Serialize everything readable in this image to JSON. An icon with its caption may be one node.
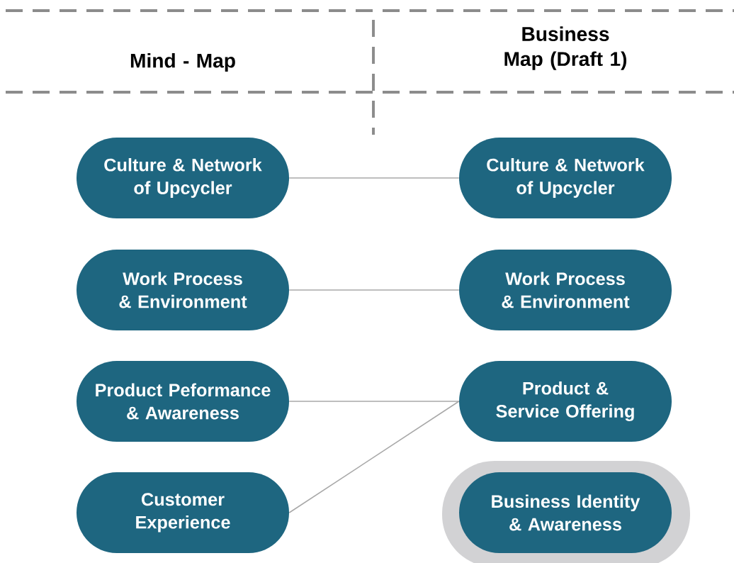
{
  "diagram": {
    "nodes": [
      {
        "text": [
          "Culture & Network of Upcycler"
        ]
      },
      {
        "text": [
          "Culture & Network of Upcycler"
        ]
      },
      {
        "text": [
          "Work Process & Environment"
        ]
      },
      {
        "text": [
          "Work Process & Environment"
        ]
      },
      {
        "text": [
          "Product Peformance & Awareness"
        ]
      },
      {
        "text": [
          "Product & Service Offering"
        ]
      },
      {
        "text": [
          "Customer Experience"
        ]
      },
      {
        "text": [],
        "shape": "box"
      },
      {
        "text": [
          "Business Identity & Awareness"
        ],
        "in": 7
      }
    ],
    "edges": [
      {
        "from": 0,
        "to": 1,
        "arrow": "none"
      },
      {
        "from": 2,
        "to": 3,
        "arrow": "none"
      },
      {
        "from": 4,
        "to": 5,
        "arrow": "none"
      },
      {
        "from": 6,
        "to": 5,
        "arrow": "none"
      }
    ],
    "labels": [
      "Mind - Map",
      "Business Map (Draft 1)"
    ]
  }
}
